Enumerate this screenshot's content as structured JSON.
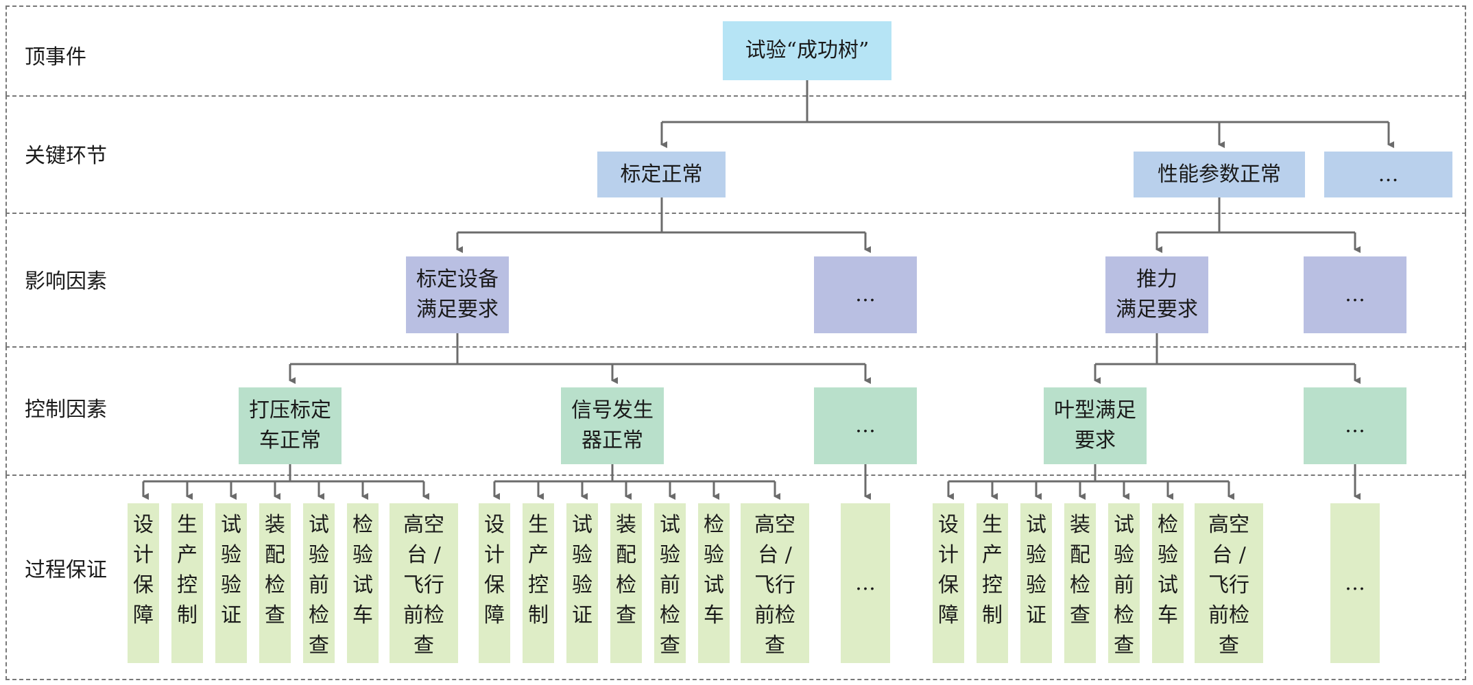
{
  "rows": {
    "top_event": "顶事件",
    "key_links": "关键环节",
    "influence": "影响因素",
    "control": "控制因素",
    "process": "过程保证"
  },
  "nodes": {
    "top": "试验“成功树”",
    "calibration_normal": "标定正常",
    "performance_normal": "性能参数正常",
    "level1_more": "…",
    "calib_equipment": "标定设备\n满足要求",
    "level2_more_a": "…",
    "thrust": "推力\n满足要求",
    "level2_more_b": "…",
    "pressure_bench": "打压标定\n车正常",
    "signal_generator": "信号发生\n器正常",
    "level3_more_a": "…",
    "blade_shape": "叶型满足\n要求",
    "level3_more_b": "…"
  },
  "process_groups": [
    [
      "设\n计\n保\n障",
      "生\n产\n控\n制",
      "试\n验\n验\n证",
      "装\n配\n检\n查",
      "试\n验\n前\n检\n查",
      "检\n验\n试\n车",
      "高空\n台 /\n飞行\n前检\n查"
    ],
    [
      "设\n计\n保\n障",
      "生\n产\n控\n制",
      "试\n验\n验\n证",
      "装\n配\n检\n查",
      "试\n验\n前\n检\n查",
      "检\n验\n试\n车",
      "高空\n台 /\n飞行\n前检\n查"
    ],
    [
      "设\n计\n保\n障",
      "生\n产\n控\n制",
      "试\n验\n验\n证",
      "装\n配\n检\n查",
      "试\n验\n前\n检\n查",
      "检\n验\n试\n车",
      "高空\n台 /\n飞行\n前检\n查"
    ]
  ],
  "process_more": [
    "…",
    "…"
  ],
  "colors": {
    "top": "#b6e4f5",
    "key_link": "#b9d0ec",
    "influence": "#b9bfe2",
    "control": "#b9e0cb",
    "process": "#deedc6",
    "connector": "#6b6b6b"
  }
}
